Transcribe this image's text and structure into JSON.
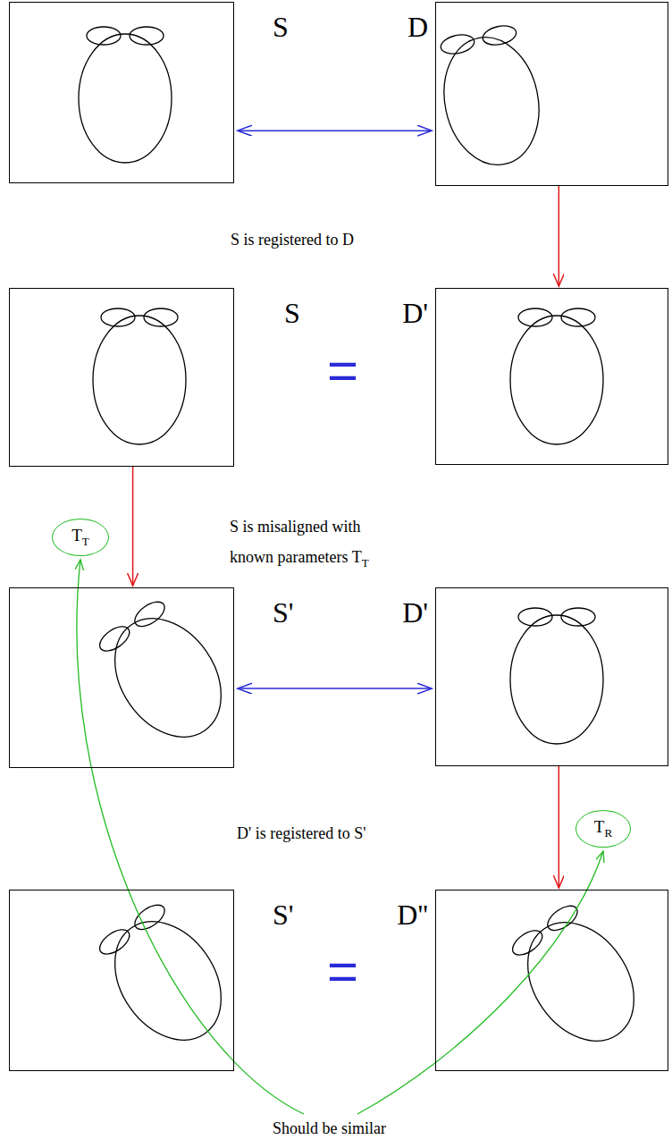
{
  "diagram": {
    "nodes": [
      {
        "text": [
          "S"
        ]
      },
      {
        "text": [
          "D"
        ]
      },
      {
        "text": [
          "S"
        ]
      },
      {
        "text": [
          "D'"
        ]
      },
      {
        "text": [
          "T",
          "T"
        ]
      },
      {
        "text": [
          "S'"
        ]
      },
      {
        "text": [
          "D'"
        ]
      },
      {
        "text": [
          "T",
          "R"
        ]
      },
      {
        "text": [
          "S'"
        ]
      },
      {
        "text": [
          "D''"
        ]
      }
    ],
    "edges": [
      {
        "from": 0,
        "to": 1,
        "arrow": "both"
      },
      {
        "from": 1,
        "to": 3,
        "arrow": "to"
      },
      {
        "from": 2,
        "to": 5,
        "arrow": "to"
      },
      {
        "from": 5,
        "to": 6,
        "arrow": "both"
      },
      {
        "from": 6,
        "to": 9,
        "arrow": "to"
      }
    ],
    "labels": [
      "S is registered to D",
      "=",
      "S is misaligned with known parameters T",
      "T",
      "D' is registered to S'",
      "=",
      "Should be similar"
    ]
  }
}
